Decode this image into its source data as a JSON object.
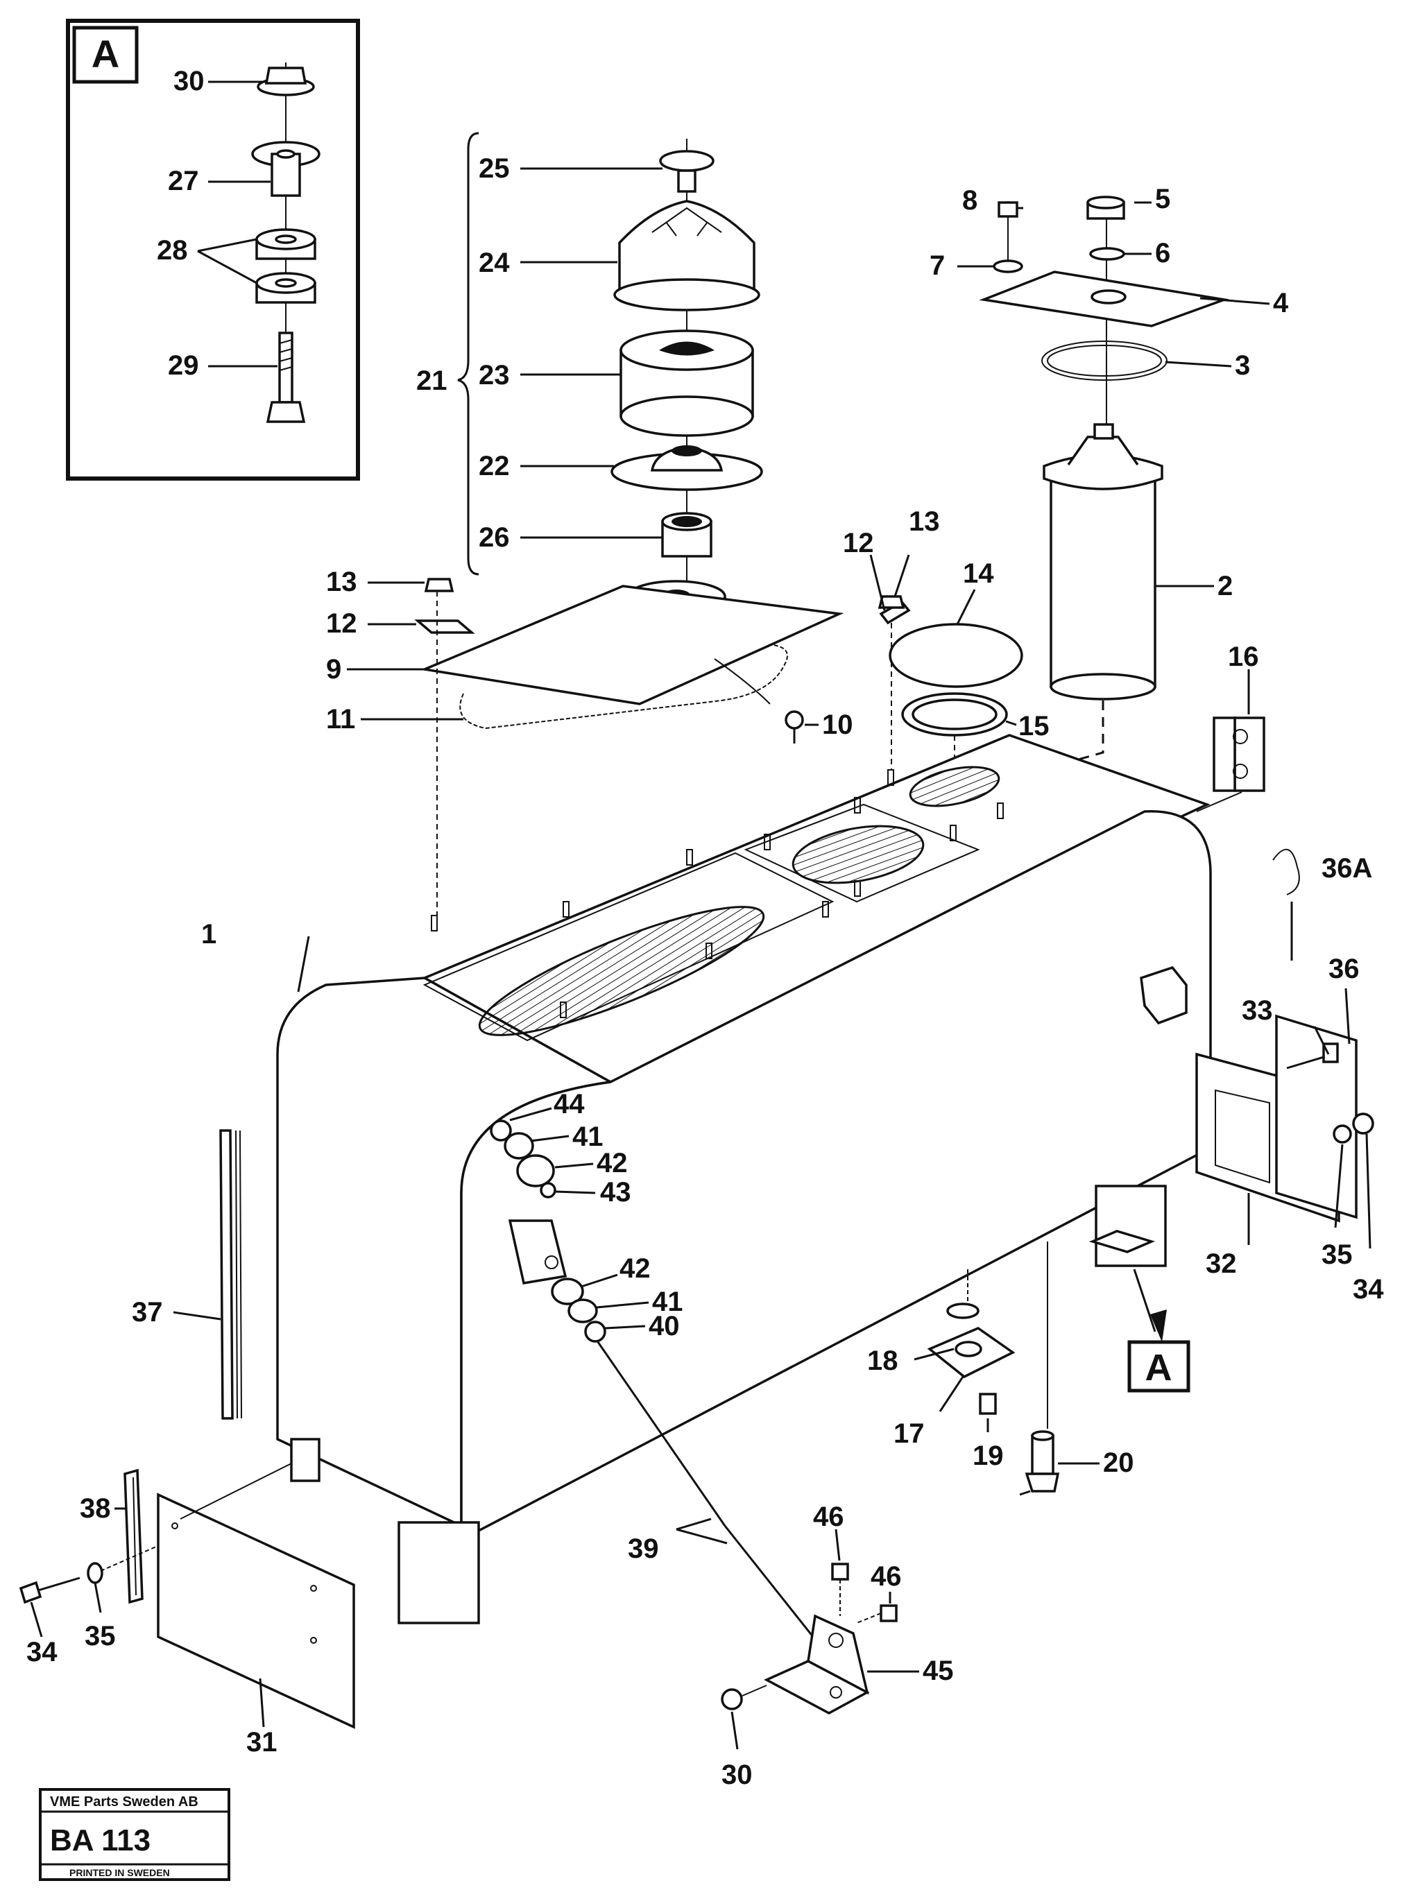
{
  "inset": {
    "letter": "A"
  },
  "view_marker": {
    "letter": "A"
  },
  "callouts": {
    "c1": "1",
    "c2": "2",
    "c3": "3",
    "c4": "4",
    "c5": "5",
    "c6": "6",
    "c7": "7",
    "c8": "8",
    "c9": "9",
    "c10": "10",
    "c11": "11",
    "c12a": "12",
    "c12b": "12",
    "c13a": "13",
    "c13b": "13",
    "c14": "14",
    "c15": "15",
    "c16": "16",
    "c17": "17",
    "c18": "18",
    "c19": "19",
    "c20": "20",
    "c21": "21",
    "c22": "22",
    "c23": "23",
    "c24": "24",
    "c25": "25",
    "c26": "26",
    "c27": "27",
    "c28": "28",
    "c29": "29",
    "c30a": "30",
    "c30b": "30",
    "c31": "31",
    "c32": "32",
    "c33": "33",
    "c34a": "34",
    "c34b": "34",
    "c35a": "35",
    "c35b": "35",
    "c36": "36",
    "c36A": "36A",
    "c37": "37",
    "c38": "38",
    "c39": "39",
    "c40": "40",
    "c41a": "41",
    "c41b": "41",
    "c42a": "42",
    "c42b": "42",
    "c43": "43",
    "c44": "44",
    "c45": "45",
    "c46a": "46",
    "c46b": "46"
  },
  "title_block": {
    "company": "VME Parts Sweden AB",
    "code": "BA 113",
    "footer": "PRINTED IN SWEDEN"
  }
}
